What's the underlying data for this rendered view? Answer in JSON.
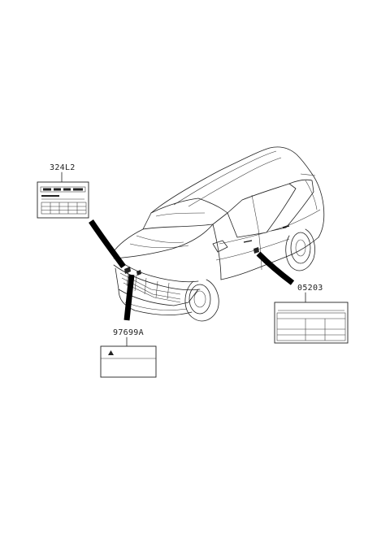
{
  "labels": {
    "top_left": "324L2",
    "bottom_center": "97699A",
    "right": "05203"
  },
  "icons": {
    "warning": "warning-triangle-icon"
  },
  "colors": {
    "line": "#222222",
    "leader": "#000000",
    "background": "#ffffff"
  }
}
